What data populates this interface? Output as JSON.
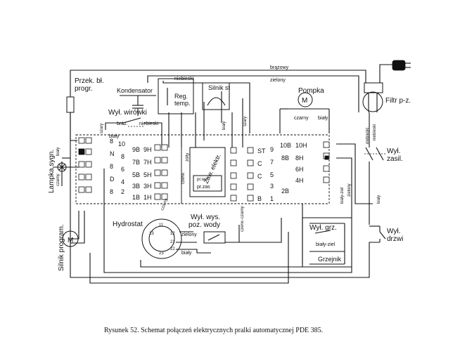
{
  "caption": "Rysunek 52. Schemat połączeń elektrycznych pralki automatycznej PDE 385.",
  "components": {
    "przek": [
      "Przek. bł.",
      "progr."
    ],
    "kondensator": "Kondensator",
    "reg_temp": [
      "Reg.",
      "temp."
    ],
    "silnik_st": "Silnik st",
    "pompka": "Pompka",
    "filtr": "Filtr p-z.",
    "wyl_wirowki": "Wył. wirówki",
    "lampka": "Lampka sygn.",
    "silnik_program": "Silnik program.",
    "hydrostat": "Hydrostat",
    "wyl_wys": [
      "Wył. wys.",
      "poz. wody"
    ],
    "wyl_grz": "Wył. grz.",
    "grzejnik": "Grzejnik",
    "wyl_zasil": [
      "Wył.",
      "zasil."
    ],
    "wyl_drzwi": [
      "Wył.",
      "drzwi"
    ],
    "zaw_elektr": "Zaw. elektr.",
    "motor_symbol": "M",
    "pr_zas": "pr.zas",
    "prwst": "pr.wst"
  },
  "wire_labels": {
    "brazowy": "brązowy",
    "zielony": "zielony",
    "niebieski": "niebieski",
    "czarny": "czarny",
    "bialy": "biały",
    "braz": "bráz.",
    "niebieski_short": "niebieski",
    "szary": "szary",
    "zolty": "żółty",
    "czerw": "czerw.",
    "bialy_ziel": "biały-ziel",
    "czerw_czarny": "czerw.-czarny",
    "zielony2": "zielony",
    "bialy_ziel2": "biały-ziel"
  },
  "timer_left": {
    "col_a": [
      "8",
      "N",
      "8",
      "D",
      "8"
    ],
    "col_b": [
      "10",
      "8",
      "6",
      "4",
      "2"
    ],
    "col_c": [
      "9B",
      "7B",
      "5B",
      "3B",
      "1B"
    ],
    "col_d": [
      "9H",
      "7H",
      "5H",
      "3H",
      "1H"
    ]
  },
  "timer_right": {
    "col_a": [
      "ST",
      "C",
      "C",
      "",
      "B"
    ],
    "col_b": [
      "9",
      "7",
      "5",
      "3",
      "1"
    ],
    "col_c": [
      "10B",
      "8B",
      "",
      "",
      "2B"
    ],
    "col_d": [
      "10H",
      "8H",
      "6H",
      "4H",
      ""
    ]
  },
  "hydrostat_terms": [
    "11",
    "12",
    "13",
    "21",
    "22",
    "23"
  ]
}
